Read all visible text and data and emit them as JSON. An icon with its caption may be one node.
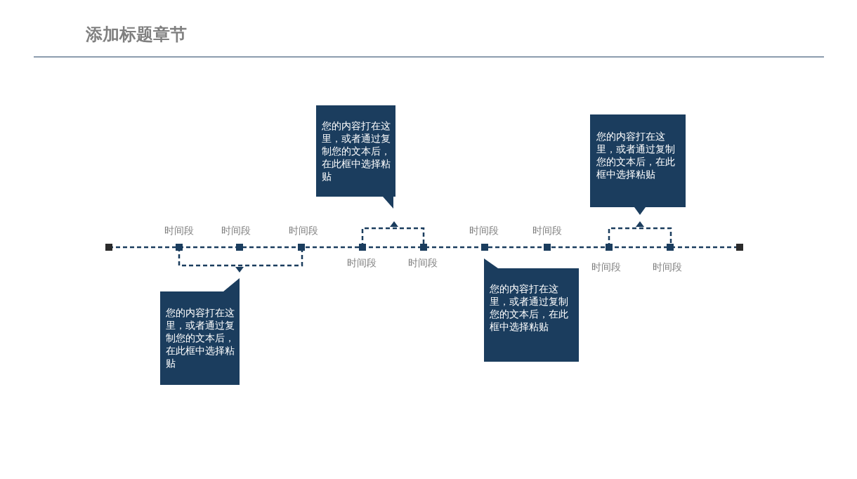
{
  "diagram": {
    "title": "添加标题章节",
    "nodes": [
      {
        "text": [
          "您的内容打在这里，或者通过复制您的文本后，在此框中选择粘贴"
        ]
      },
      {
        "text": [
          "您的内容打在这里，或者通过复制您的文本后，在此框中选择粘贴"
        ]
      },
      {
        "text": [
          "您的内容打在这里，或者通过复制您的文本后，在此框中选择粘贴"
        ]
      },
      {
        "text": [
          "您的内容打在这里，或者通过复制您的文本后，在此框中选择粘贴"
        ]
      }
    ],
    "labels": [
      "时间段",
      "时间段",
      "时间段",
      "时间段",
      "时间段",
      "时间段",
      "时间段",
      "时间段",
      "时间段"
    ]
  }
}
